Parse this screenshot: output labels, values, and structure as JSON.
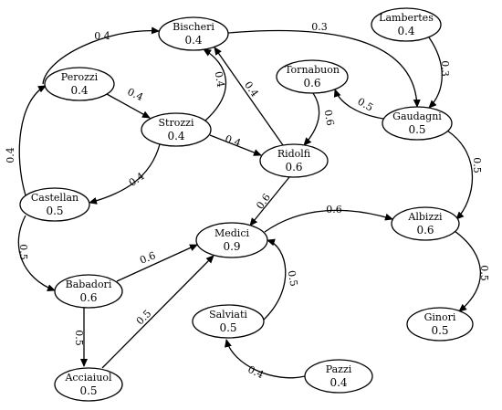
{
  "colors": {
    "stroke": "#000000",
    "background": "#ffffff"
  },
  "nodes": [
    {
      "id": "bischeri",
      "name": "Bischeri",
      "value": "0.4"
    },
    {
      "id": "lambertes",
      "name": "Lambertes",
      "value": "0.4"
    },
    {
      "id": "perozzi",
      "name": "Perozzi",
      "value": "0.4"
    },
    {
      "id": "tornabuon",
      "name": "Tornabuon",
      "value": "0.6"
    },
    {
      "id": "strozzi",
      "name": "Strozzi",
      "value": "0.4"
    },
    {
      "id": "gaudagni",
      "name": "Gaudagni",
      "value": "0.5"
    },
    {
      "id": "ridolfi",
      "name": "Ridolfi",
      "value": "0.6"
    },
    {
      "id": "castellan",
      "name": "Castellan",
      "value": "0.5"
    },
    {
      "id": "albizzi",
      "name": "Albizzi",
      "value": "0.6"
    },
    {
      "id": "medici",
      "name": "Medici",
      "value": "0.9"
    },
    {
      "id": "babadori",
      "name": "Babadori",
      "value": "0.6"
    },
    {
      "id": "salviati",
      "name": "Salviati",
      "value": "0.5"
    },
    {
      "id": "ginori",
      "name": "Ginori",
      "value": "0.5"
    },
    {
      "id": "pazzi",
      "name": "Pazzi",
      "value": "0.4"
    },
    {
      "id": "acciaiuol",
      "name": "Acciaiuol",
      "value": "0.5"
    }
  ],
  "edges": [
    {
      "from": "perozzi",
      "to": "bischeri",
      "weight": "0.4"
    },
    {
      "from": "bischeri",
      "to": "gaudagni",
      "weight": "0.3"
    },
    {
      "from": "lambertes",
      "to": "gaudagni",
      "weight": "0.3"
    },
    {
      "from": "perozzi",
      "to": "strozzi",
      "weight": "0.4"
    },
    {
      "from": "strozzi",
      "to": "bischeri",
      "weight": "0.4"
    },
    {
      "from": "ridolfi",
      "to": "bischeri",
      "weight": "0.4"
    },
    {
      "from": "tornabuon",
      "to": "ridolfi",
      "weight": "0.6"
    },
    {
      "from": "gaudagni",
      "to": "tornabuon",
      "weight": "0.5"
    },
    {
      "from": "strozzi",
      "to": "ridolfi",
      "weight": "0.4"
    },
    {
      "from": "castellan",
      "to": "perozzi",
      "weight": "0.4"
    },
    {
      "from": "strozzi",
      "to": "castellan",
      "weight": "0.4"
    },
    {
      "from": "gaudagni",
      "to": "albizzi",
      "weight": "0.5"
    },
    {
      "from": "ridolfi",
      "to": "medici",
      "weight": "0.6"
    },
    {
      "from": "castellan",
      "to": "babadori",
      "weight": "0.5"
    },
    {
      "from": "medici",
      "to": "albizzi",
      "weight": "0.6"
    },
    {
      "from": "babadori",
      "to": "medici",
      "weight": "0.6"
    },
    {
      "from": "albizzi",
      "to": "ginori",
      "weight": "0.5"
    },
    {
      "from": "salviati",
      "to": "medici",
      "weight": "0.5"
    },
    {
      "from": "babadori",
      "to": "acciaiuol",
      "weight": "0.5"
    },
    {
      "from": "acciaiuol",
      "to": "medici",
      "weight": "0.5"
    },
    {
      "from": "pazzi",
      "to": "salviati",
      "weight": "0.4"
    }
  ]
}
